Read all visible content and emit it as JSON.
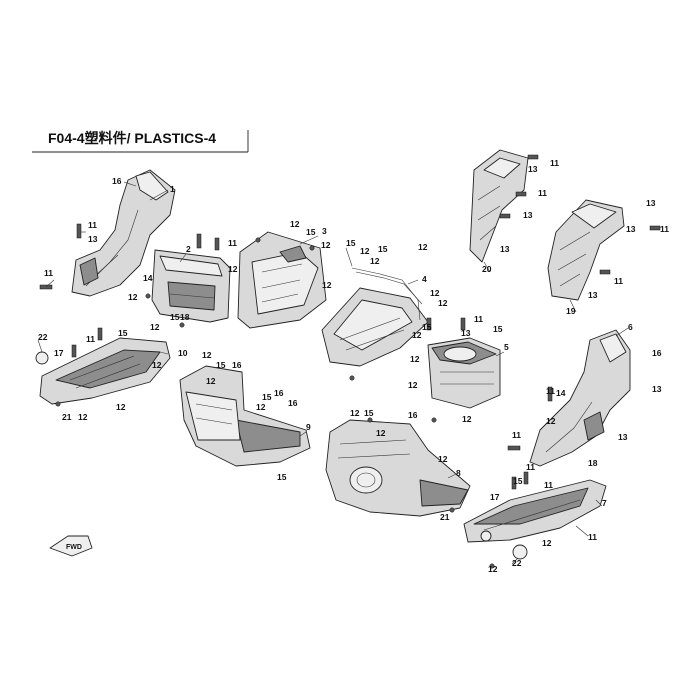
{
  "title": "F04-4塑料件/ PLASTICS-4",
  "callouts": [
    {
      "id": "c1",
      "text": "1"
    },
    {
      "id": "c16a",
      "text": "16"
    },
    {
      "id": "c11a",
      "text": "11"
    },
    {
      "id": "c13a",
      "text": "13"
    },
    {
      "id": "c11b",
      "text": "11"
    },
    {
      "id": "c2",
      "text": "2"
    },
    {
      "id": "c11c",
      "text": "11"
    },
    {
      "id": "c14a",
      "text": "14"
    },
    {
      "id": "c12a",
      "text": "12"
    },
    {
      "id": "c15a",
      "text": "15"
    },
    {
      "id": "c18a",
      "text": "18"
    },
    {
      "id": "c12b",
      "text": "12"
    },
    {
      "id": "c12c",
      "text": "12"
    },
    {
      "id": "c12d",
      "text": "12"
    },
    {
      "id": "c15b",
      "text": "15"
    },
    {
      "id": "c3",
      "text": "3"
    },
    {
      "id": "c12e",
      "text": "12"
    },
    {
      "id": "c12f",
      "text": "12"
    },
    {
      "id": "c15c",
      "text": "15"
    },
    {
      "id": "c12g",
      "text": "12"
    },
    {
      "id": "c12h",
      "text": "12"
    },
    {
      "id": "c15d",
      "text": "15"
    },
    {
      "id": "c12i",
      "text": "12"
    },
    {
      "id": "c4",
      "text": "4"
    },
    {
      "id": "c12j",
      "text": "12"
    },
    {
      "id": "c15e",
      "text": "15"
    },
    {
      "id": "c12k",
      "text": "12"
    },
    {
      "id": "c12l",
      "text": "12"
    },
    {
      "id": "c11d",
      "text": "11"
    },
    {
      "id": "c15f",
      "text": "15"
    },
    {
      "id": "c13b",
      "text": "13"
    },
    {
      "id": "c12m",
      "text": "12"
    },
    {
      "id": "c12n",
      "text": "12"
    },
    {
      "id": "c12o",
      "text": "12"
    },
    {
      "id": "c5",
      "text": "5"
    },
    {
      "id": "c11e",
      "text": "11"
    },
    {
      "id": "c13c",
      "text": "13"
    },
    {
      "id": "c11f",
      "text": "11"
    },
    {
      "id": "c13d",
      "text": "13"
    },
    {
      "id": "c13e",
      "text": "13"
    },
    {
      "id": "c20",
      "text": "20"
    },
    {
      "id": "c13f",
      "text": "13"
    },
    {
      "id": "c11g",
      "text": "11"
    },
    {
      "id": "c13g",
      "text": "13"
    },
    {
      "id": "c11h",
      "text": "11"
    },
    {
      "id": "c13h",
      "text": "13"
    },
    {
      "id": "c19",
      "text": "19"
    },
    {
      "id": "c6",
      "text": "6"
    },
    {
      "id": "c16b",
      "text": "16"
    },
    {
      "id": "c13i",
      "text": "13"
    },
    {
      "id": "c11i",
      "text": "11"
    },
    {
      "id": "c14b",
      "text": "14"
    },
    {
      "id": "c12p",
      "text": "12"
    },
    {
      "id": "c13j",
      "text": "13"
    },
    {
      "id": "c11j",
      "text": "11"
    },
    {
      "id": "c22a",
      "text": "22"
    },
    {
      "id": "c17a",
      "text": "17"
    },
    {
      "id": "c11k",
      "text": "11"
    },
    {
      "id": "c15g",
      "text": "15"
    },
    {
      "id": "c10",
      "text": "10"
    },
    {
      "id": "c12q",
      "text": "12"
    },
    {
      "id": "c21a",
      "text": "21"
    },
    {
      "id": "c12r",
      "text": "12"
    },
    {
      "id": "c12s",
      "text": "12"
    },
    {
      "id": "c12t",
      "text": "12"
    },
    {
      "id": "c15h",
      "text": "15"
    },
    {
      "id": "c16c",
      "text": "16"
    },
    {
      "id": "c12u",
      "text": "12"
    },
    {
      "id": "c16d",
      "text": "16"
    },
    {
      "id": "c12v",
      "text": "12"
    },
    {
      "id": "c9",
      "text": "9"
    },
    {
      "id": "c15i",
      "text": "15"
    },
    {
      "id": "c16e",
      "text": "16"
    },
    {
      "id": "c15j",
      "text": "15"
    },
    {
      "id": "c12w",
      "text": "12"
    },
    {
      "id": "c16f",
      "text": "16"
    },
    {
      "id": "c12x",
      "text": "12"
    },
    {
      "id": "c8",
      "text": "8"
    },
    {
      "id": "c12y",
      "text": "12"
    },
    {
      "id": "c15k",
      "text": "15"
    },
    {
      "id": "c21b",
      "text": "21"
    },
    {
      "id": "c17b",
      "text": "17"
    },
    {
      "id": "c11l",
      "text": "11"
    },
    {
      "id": "c18b",
      "text": "18"
    },
    {
      "id": "c7",
      "text": "7"
    },
    {
      "id": "c12z",
      "text": "12"
    },
    {
      "id": "c22b",
      "text": "22"
    },
    {
      "id": "c11m",
      "text": "11"
    },
    {
      "id": "c12aa",
      "text": "12"
    },
    {
      "id": "c11n",
      "text": "11"
    },
    {
      "id": "c15l",
      "text": "15"
    }
  ],
  "fwd_label": "FWD"
}
